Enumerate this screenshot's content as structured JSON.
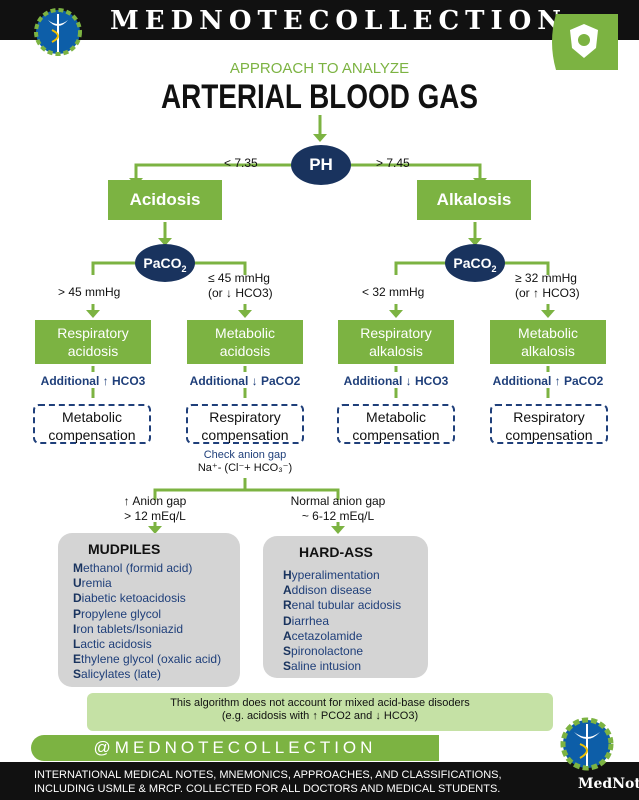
{
  "brand": "MEDNOTECOLLECTION",
  "subtitle": "APPROACH TO ANALYZE",
  "title": "ARTERIAL BLOOD GAS",
  "ph": "PH",
  "low_ph": "< 7.35",
  "high_ph": "> 7.45",
  "acidosis": "Acidosis",
  "alkalosis": "Alkalosis",
  "paco2": "PaCO",
  "paco2_sub": "2",
  "acid": {
    "left_cond": "> 45 mmHg",
    "right_cond_1": "≤ 45 mmHg",
    "right_cond_2": "(or ↓ HCO3)"
  },
  "alk": {
    "left_cond": "< 32 mmHg",
    "right_cond_1": "≥ 32 mmHg",
    "right_cond_2": "(or ↑ HCO3)"
  },
  "boxes": [
    {
      "line1": "Respiratory",
      "line2": "acidosis",
      "additional": "Additional ↑ HCO3",
      "comp1": "Metabolic",
      "comp2": "compensation"
    },
    {
      "line1": "Metabolic",
      "line2": "acidosis",
      "additional": "Additional ↓ PaCO2",
      "comp1": "Respiratory",
      "comp2": "compensation"
    },
    {
      "line1": "Respiratory",
      "line2": "alkalosis",
      "additional": "Additional ↓ HCO3",
      "comp1": "Metabolic",
      "comp2": "compensation"
    },
    {
      "line1": "Metabolic",
      "line2": "alkalosis",
      "additional": "Additional ↑ PaCO2",
      "comp1": "Respiratory",
      "comp2": "compensation"
    }
  ],
  "anion_check_1": "Check anion gap",
  "anion_check_2": "Na⁺- (Cl⁻+ HCO₃⁻)",
  "high_gap_1": "↑ Anion gap",
  "high_gap_2": "> 12 mEq/L",
  "normal_gap_1": "Normal anion gap",
  "normal_gap_2": "~ 6-12 mEq/L",
  "mudpiles": {
    "title": "MUDPILES",
    "items": [
      {
        "first": "M",
        "rest": "ethanol (formid acid)"
      },
      {
        "first": "U",
        "rest": "remia"
      },
      {
        "first": "D",
        "rest": "iabetic ketoacidosis"
      },
      {
        "first": "P",
        "rest": "ropylene glycol"
      },
      {
        "first": "I",
        "rest": "ron tablets/Isoniazid"
      },
      {
        "first": "L",
        "rest": "actic acidosis"
      },
      {
        "first": "E",
        "rest": "thylene glycol (oxalic acid)"
      },
      {
        "first": "S",
        "rest": "alicylates (late)"
      }
    ]
  },
  "hardass": {
    "title": "HARD-ASS",
    "items": [
      {
        "first": "H",
        "rest": "yperalimentation"
      },
      {
        "first": "A",
        "rest": "ddison disease"
      },
      {
        "first": "R",
        "rest": "enal tubular acidosis"
      },
      {
        "first": "D",
        "rest": "iarrhea"
      },
      {
        "first": "A",
        "rest": "cetazolamide"
      },
      {
        "first": "S",
        "rest": "pironolactone"
      },
      {
        "first": "S",
        "rest": "aline intusion"
      }
    ]
  },
  "note_1": "This algorithm does not account for mixed acid-base disoders",
  "note_2": "(e.g. acidosis with ↑ PCO2 and ↓ HCO3)",
  "footer_handle": "@MEDNOTECOLLECTION",
  "footer_text_1": "INTERNATIONAL MEDICAL NOTES, MNEMONICS, APPROACHES, AND CLASSIFICATIONS,",
  "footer_text_2": "INCLUDING USMLE & MRCP.  COLLECTED  FOR  ALL DOCTORS AND MEDICAL STUDENTS.",
  "mednote": "MedNote",
  "social_icons": [
    "telegram-icon",
    "pinterest-icon",
    "facebook-icon",
    "instagram-icon"
  ],
  "colors": {
    "green": "#7cb342",
    "navy": "#19335e",
    "grey": "#d4d4d4"
  }
}
